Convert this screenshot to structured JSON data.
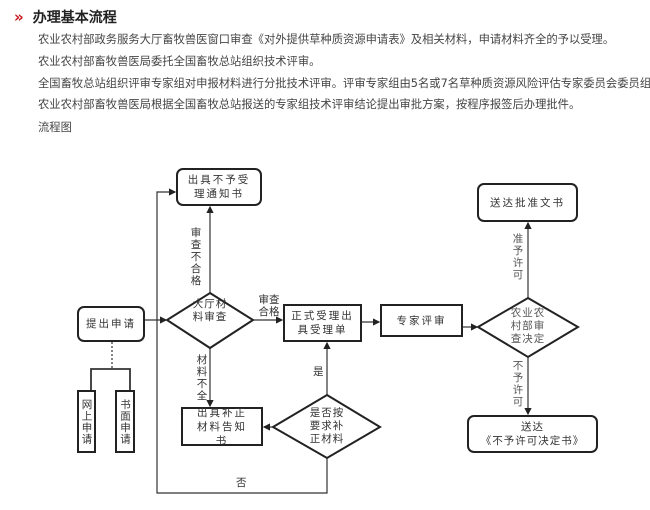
{
  "section": {
    "title": "办理基本流程",
    "paragraphs": [
      "农业农村部政务服务大厅畜牧兽医窗口审查《对外提供草种质资源申请表》及相关材料，申请材料齐全的予以受理。",
      "农业农村部畜牧兽医局委托全国畜牧总站组织技术评审。",
      "全国畜牧总站组织评审专家组对申报材料进行分批技术评审。评审专家组由5名或7名草种质资源风险评估专家委员会委员组成",
      "农业农村部畜牧兽医局根据全国畜牧总站报送的专家组技术评审结论提出审批方案，按程序报签后办理批件。",
      "流程图"
    ]
  },
  "flowchart": {
    "nodes": {
      "reject_notice": "出具不予受理通知书",
      "submit": "提出申请",
      "online": "网上申请",
      "paper": "书面申请",
      "hall_review": "大厅材料审查",
      "accept": "正式受理出具受理单",
      "supplement_notice": "出具补正材料告知书",
      "supplement_check": "是否按要求补正材料",
      "expert_review": "专家评审",
      "ministry_decision": "农业农村部审查决定",
      "approval_doc": "送达批准文书",
      "deny_doc_1": "送达",
      "deny_doc_2": "《不予许可决定书》"
    },
    "labels": {
      "review_fail": "审查不合格",
      "review_pass": "审查合格",
      "incomplete": "材料不全",
      "yes": "是",
      "no": "否",
      "grant": "准予许可",
      "deny": "不予许可"
    }
  }
}
